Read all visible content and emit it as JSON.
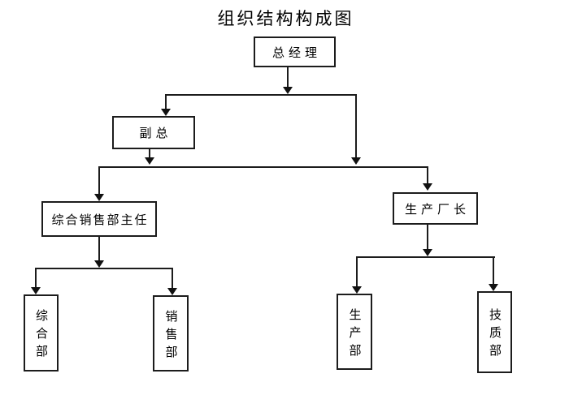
{
  "title": "组织结构构成图",
  "diagram_type": "org-chart",
  "nodes": {
    "general_manager": {
      "label": "总经理"
    },
    "deputy_general_manager": {
      "label": "副总"
    },
    "sales_office_director": {
      "label": "综合销售部主任"
    },
    "production_plant_manager": {
      "label": "生产厂长"
    },
    "general_affairs_dept": {
      "label": "综合部"
    },
    "sales_dept": {
      "label": "销售部"
    },
    "production_dept": {
      "label": "生产部"
    },
    "tech_quality_dept": {
      "label": "技质部"
    }
  },
  "edges": [
    {
      "from": "总经理",
      "to": "副总"
    },
    {
      "from": "总经理",
      "to": "综合销售部主任"
    },
    {
      "from": "总经理",
      "to": "生产厂长"
    },
    {
      "from": "副总",
      "to": "综合销售部主任"
    },
    {
      "from": "副总",
      "to": "生产厂长"
    },
    {
      "from": "综合销售部主任",
      "to": "综合部"
    },
    {
      "from": "综合销售部主任",
      "to": "销售部"
    },
    {
      "from": "生产厂长",
      "to": "生产部"
    },
    {
      "from": "生产厂长",
      "to": "技质部"
    }
  ],
  "colors": {
    "background": "#ffffff",
    "line": "#1c1c1c",
    "text": "#000000"
  }
}
